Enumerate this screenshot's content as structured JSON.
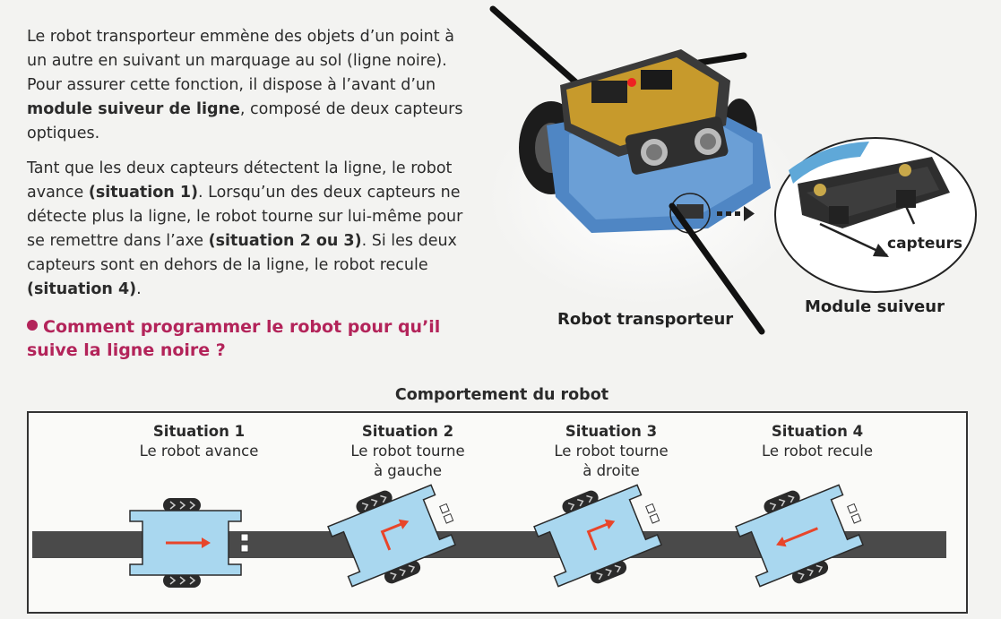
{
  "intro": {
    "p1": [
      {
        "text": "Le robot transporteur emmène des objets d’un point à un autre en suivant un marquage au sol (ligne noire). Pour assurer cette fonction, il dispose à l’avant d’un ",
        "bold": false
      },
      {
        "text": "module suiveur de ligne",
        "bold": true
      },
      {
        "text": ", composé de deux capteurs optiques.",
        "bold": false
      }
    ],
    "p2": [
      {
        "text": "Tant que les deux capteurs détectent la ligne, le robot avance ",
        "bold": false
      },
      {
        "text": "(situation 1)",
        "bold": true
      },
      {
        "text": ". Lorsqu’un des deux capteurs ne détecte plus la ligne, le robot tourne sur lui-même pour se remettre dans l’axe ",
        "bold": false
      },
      {
        "text": "(situation 2 ou 3)",
        "bold": true
      },
      {
        "text": ". Si les deux capteurs sont en dehors de la ligne, le robot recule ",
        "bold": false
      },
      {
        "text": "(situation 4)",
        "bold": true
      },
      {
        "text": ".",
        "bold": false
      }
    ]
  },
  "question": "Comment programmer le robot pour qu’il suive la ligne noire ?",
  "photo": {
    "robot_caption": "Robot transporteur",
    "module_caption": "Module suiveur",
    "sensors_caption": "capteurs"
  },
  "diagram": {
    "title": "Comportement du robot",
    "situations": [
      {
        "title": "Situation 1",
        "desc": "Le robot avance",
        "rotation": 0,
        "arrow": "forward"
      },
      {
        "title": "Situation 2",
        "desc": "Le robot tourne\nà gauche",
        "rotation": -22,
        "arrow": "turn"
      },
      {
        "title": "Situation 3",
        "desc": "Le robot tourne\nà droite",
        "rotation": -22,
        "arrow": "turn"
      },
      {
        "title": "Situation 4",
        "desc": "Le robot recule",
        "rotation": -22,
        "arrow": "backward"
      }
    ]
  },
  "colors": {
    "question": "#b3245a",
    "robot_body": "#a9d7ef",
    "track": "#4a4a4a",
    "arrow": "#e8452a",
    "robot_metal": "#4f86c4"
  }
}
